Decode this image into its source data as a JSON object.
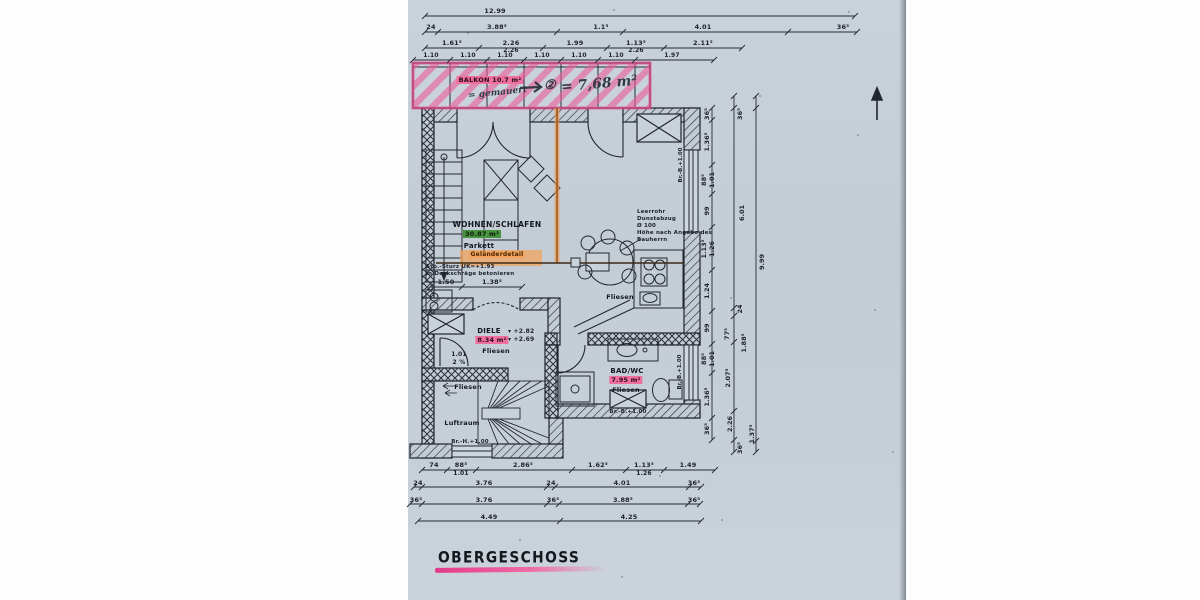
{
  "meta": {
    "plan_title": "OBERGESCHOSS"
  },
  "colors": {
    "paper": "#c6cfd8",
    "ink": "#20242c",
    "highlight_pink": "#e8418c",
    "highlight_green": "#47923f",
    "highlight_orange": "#e8862f"
  },
  "balcony": {
    "label": "BALKON",
    "area": "10.7 m²",
    "hand_note": "= gemauert",
    "hand_circled": "②",
    "hand_area": "= 7,68 m²"
  },
  "rooms": {
    "wohnen": {
      "name": "WOHNEN/SCHLAFEN",
      "area": "30.87 m²",
      "floor": "Parkett"
    },
    "diele": {
      "name": "DIELE",
      "area": "8.34 m²",
      "floor": "Fliesen"
    },
    "bad": {
      "name": "BAD/WC",
      "area": "7.95 m²",
      "floor": "Fliesen"
    },
    "kueche": {
      "floor": "Fliesen"
    },
    "flur": {
      "floor": "Fliesen"
    },
    "luftraum": {
      "name": "Luftraum"
    }
  },
  "annotations": {
    "gelaender": "Geländerdetail",
    "sturz1": "Stb.-Sturz UK=+1.93",
    "sturz2": "in Deckschräge betonieren",
    "leerrohr": [
      "Leerrohr",
      "Dunstabzug",
      "Ø 100",
      "Höhe nach Angabe des",
      "Bauherrn"
    ],
    "br_h": "Br.-H.+1.00",
    "br_b": "Br.-B.+1.00",
    "level_a": "+2.82",
    "level_b": "+2.69"
  },
  "icons": {
    "level_marker": "▾",
    "north_arrow": "↑"
  },
  "dims": {
    "top_overall": "12.99",
    "top_row2": [
      "24",
      "3.88⁵",
      "1.1⁵",
      "4.01",
      "36⁵"
    ],
    "top_row3": [
      "1.61⁵",
      "2.26",
      "1.99",
      "1.13⁵",
      "2.11⁵"
    ],
    "top_row3b": [
      "2.26",
      "2.26"
    ],
    "top_row4": [
      "1.10",
      "1.10",
      "1.10",
      "1.10",
      "1.10",
      "1.10",
      "1.97"
    ],
    "right_main": [
      "36⁵",
      "1.36⁵",
      "88⁵",
      "1.01",
      "99",
      "1.13⁵",
      "1.26",
      "1.24",
      "99",
      "88⁵",
      "1.01",
      "1.36⁵",
      "36⁵"
    ],
    "right_outer": [
      "36⁵",
      "6.01",
      "9.99",
      "24",
      "77⁵",
      "1.88⁵",
      "2.07⁵",
      "2.26",
      "1.37⁵",
      "36⁵"
    ],
    "bottom_row1": [
      "74",
      "88⁵",
      "1.01",
      "2.86⁵",
      "1.62⁵",
      "1.13⁵",
      "1.26",
      "1.49"
    ],
    "bottom_row2": [
      "24",
      "3.76",
      "24",
      "4.01",
      "36⁵"
    ],
    "bottom_row3": [
      "36⁵",
      "3.76",
      "36⁵",
      "3.88⁵",
      "36⁵"
    ],
    "bottom_row4": [
      "4.49",
      "4.25"
    ],
    "inner_a": "1.50",
    "inner_b": "1.38⁵",
    "inner_c": "1.01",
    "inner_d": "2 %"
  }
}
